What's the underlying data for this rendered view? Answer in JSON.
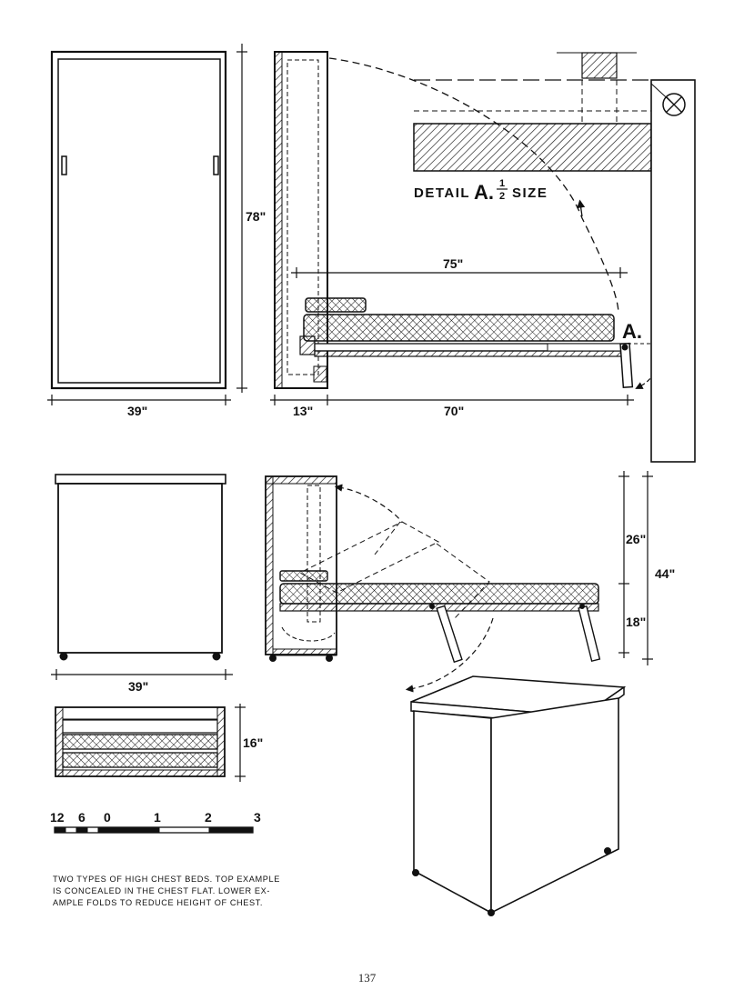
{
  "drawing": {
    "labels": {
      "height_78": "78\"",
      "width_39_top": "39\"",
      "depth_13": "13\"",
      "length_70": "70\"",
      "length_75": "75\"",
      "detail_a_prefix": "DETAIL",
      "detail_a_letter": "A.",
      "detail_a_num": "1",
      "detail_a_den": "2",
      "detail_a_suffix": "SIZE",
      "marker_a": "A.",
      "height_26": "26\"",
      "height_18": "18\"",
      "height_44": "44\"",
      "width_39_bottom": "39\"",
      "height_16": "16\""
    },
    "scale_bar": {
      "labels": [
        "12",
        "6",
        "0",
        "1",
        "2",
        "3"
      ]
    }
  },
  "caption": {
    "lines": [
      "TWO TYPES OF HIGH CHEST BEDS. TOP EXAMPLE",
      "IS CONCEALED IN THE CHEST FLAT. LOWER EX-",
      "AMPLE FOLDS TO REDUCE HEIGHT OF CHEST."
    ]
  },
  "page_number": "137"
}
